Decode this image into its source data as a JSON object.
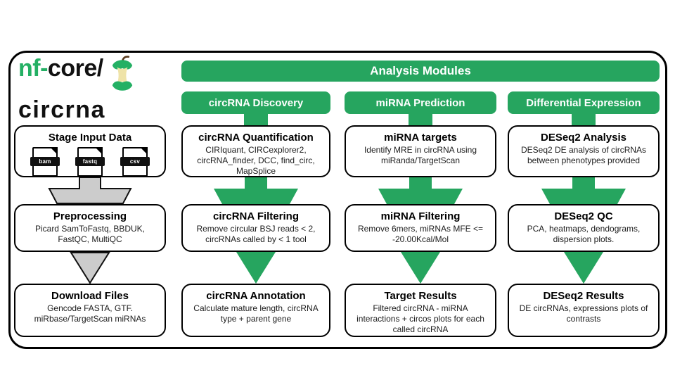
{
  "colors": {
    "green": "#26a55f",
    "gray": "#cccccc",
    "border": "#000000"
  },
  "logo": {
    "green_part": "nf-",
    "black_part": "core/",
    "line2": "circrna"
  },
  "banner": {
    "title": "Analysis Modules"
  },
  "columns": [
    {
      "boxes": [
        {
          "title": "Stage Input Data",
          "icons": [
            "bam",
            "fastq",
            "csv"
          ]
        },
        {
          "title": "Preprocessing",
          "body": "Picard SamToFastq, BBDUK, FastQC, MultiQC"
        },
        {
          "title": "Download Files",
          "body": "Gencode FASTA, GTF. miRbase/TargetScan miRNAs"
        }
      ]
    },
    {
      "header": "circRNA Discovery",
      "boxes": [
        {
          "title": "circRNA Quantification",
          "body": "CIRIquant, CIRCexplorer2, circRNA_finder, DCC, find_circ, MapSplice"
        },
        {
          "title": "circRNA Filtering",
          "body": "Remove circular BSJ reads < 2, circRNAs called by < 1 tool"
        },
        {
          "title": "circRNA Annotation",
          "body": "Calculate mature length, circRNA type + parent gene"
        }
      ]
    },
    {
      "header": "miRNA Prediction",
      "boxes": [
        {
          "title": "miRNA targets",
          "body": "Identify MRE in circRNA using miRanda/TargetScan"
        },
        {
          "title": "miRNA Filtering",
          "body": "Remove 6mers, miRNAs MFE <= -20.00Kcal/Mol"
        },
        {
          "title": "Target Results",
          "body": "Filtered circRNA - miRNA interactions + circos plots for each called circRNA"
        }
      ]
    },
    {
      "header": "Differential Expression",
      "boxes": [
        {
          "title": "DESeq2 Analysis",
          "body": "DESeq2 DE analysis of circRNAs between phenotypes provided"
        },
        {
          "title": "DESeq2 QC",
          "body": "PCA, heatmaps, dendograms, dispersion plots."
        },
        {
          "title": "DESeq2 Results",
          "body": "DE circRNAs, expressions plots of contrasts"
        }
      ]
    }
  ]
}
